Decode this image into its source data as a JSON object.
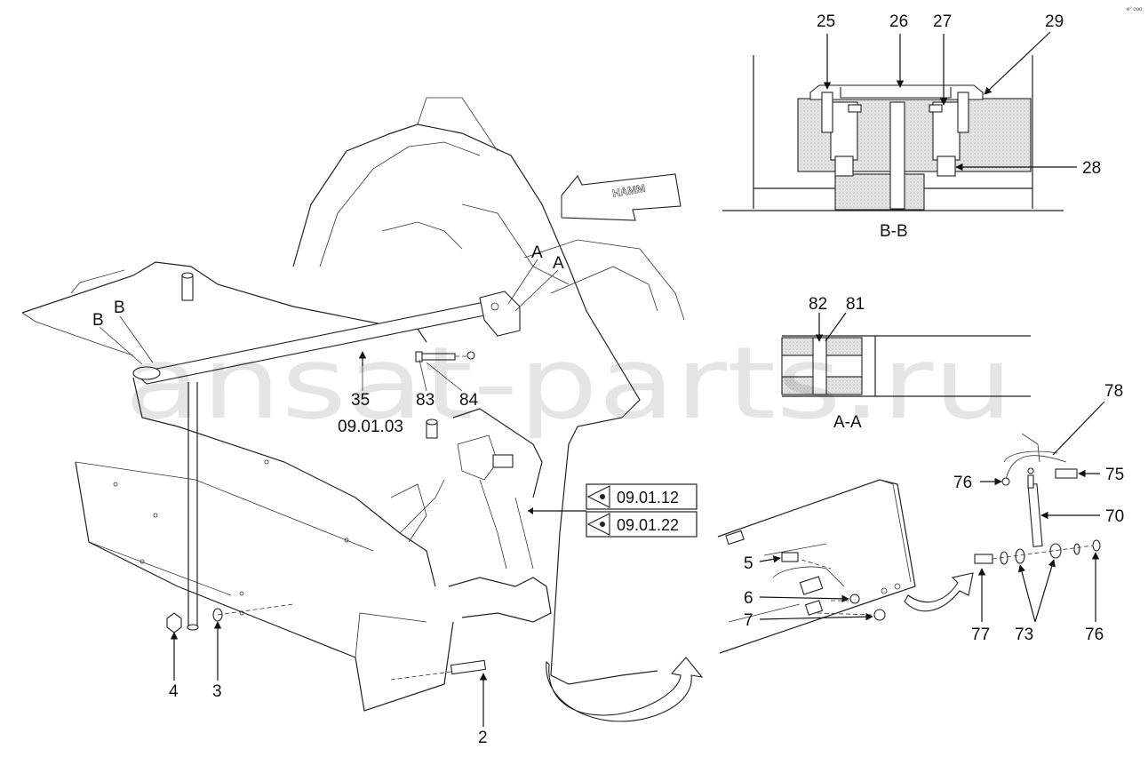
{
  "diagram": {
    "watermark": "ansat-parts.ru",
    "corner_mark": "e° ooo",
    "logo_text": "HAMM",
    "section_bb_label": "B-B",
    "section_aa_label": "A-A",
    "section_markers": {
      "a1": "A",
      "a2": "A",
      "b1": "B",
      "b2": "B"
    },
    "callouts": {
      "c25": "25",
      "c26": "26",
      "c27": "27",
      "c29": "29",
      "c28": "28",
      "c82": "82",
      "c81": "81",
      "c35": "35",
      "c83": "83",
      "c84": "84",
      "c4": "4",
      "c3": "3",
      "c2": "2",
      "c5": "5",
      "c6": "6",
      "c7": "7",
      "c76a": "76",
      "c75": "75",
      "c70": "70",
      "c78": "78",
      "c77": "77",
      "c73": "73",
      "c76b": "76"
    },
    "references": {
      "r_main": "09.01.03",
      "r_box1": "09.01.12",
      "r_box2": "09.01.22"
    }
  }
}
